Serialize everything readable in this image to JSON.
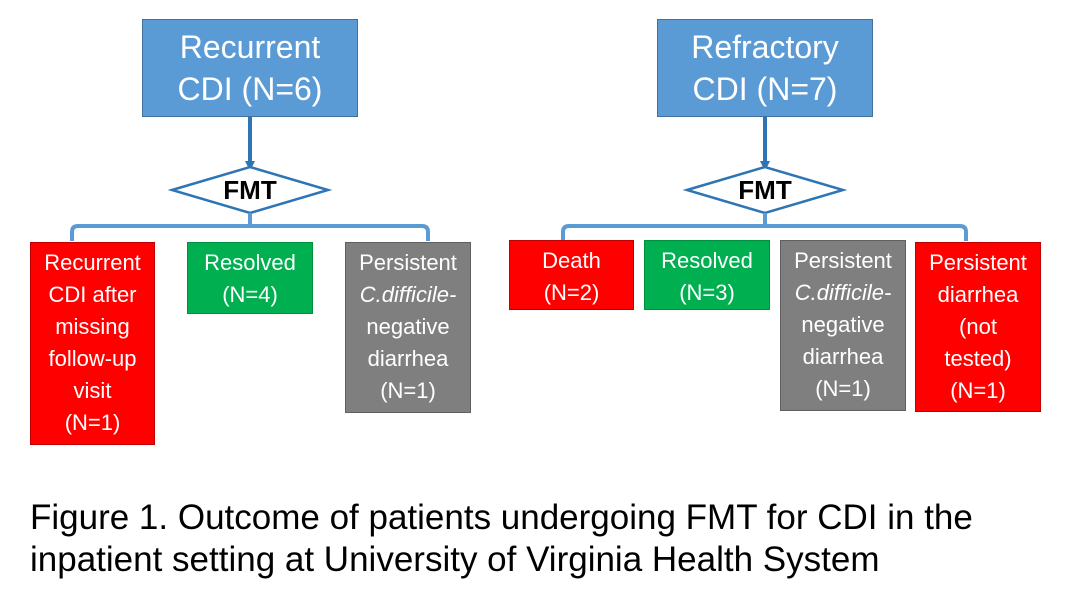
{
  "diagram": {
    "left": {
      "root": {
        "line1": "Recurrent",
        "line2": "CDI (N=6)"
      },
      "fmt": "FMT",
      "outcomes": [
        {
          "lines": [
            "Recurrent",
            "CDI after",
            "missing",
            "follow-up",
            "visit",
            "(N=1)"
          ],
          "color": "#ff0000"
        },
        {
          "lines": [
            "Resolved",
            "(N=4)"
          ],
          "color": "#00b050"
        },
        {
          "lines": [
            "Persistent",
            "C.difficile-",
            "negative",
            "diarrhea",
            "(N=1)"
          ],
          "color": "#7f7f7f"
        }
      ]
    },
    "right": {
      "root": {
        "line1": "Refractory",
        "line2": "CDI (N=7)"
      },
      "fmt": "FMT",
      "outcomes": [
        {
          "lines": [
            "Death",
            "(N=2)"
          ],
          "color": "#ff0000"
        },
        {
          "lines": [
            "Resolved",
            "(N=3)"
          ],
          "color": "#00b050"
        },
        {
          "lines": [
            "Persistent",
            "C.difficile-",
            "negative",
            "diarrhea",
            "(N=1)"
          ],
          "color": "#7f7f7f"
        },
        {
          "lines": [
            "Persistent",
            "diarrhea",
            "(not",
            "tested)",
            "(N=1)"
          ],
          "color": "#ff0000"
        }
      ]
    },
    "colors": {
      "root_fill": "#5b9bd5",
      "connector": "#5b9bd5",
      "arrow": "#2e75b6"
    }
  },
  "caption": {
    "line1": "Figure 1. Outcome of patients undergoing FMT for CDI in the",
    "line2": "inpatient setting at University of Virginia Health System"
  }
}
